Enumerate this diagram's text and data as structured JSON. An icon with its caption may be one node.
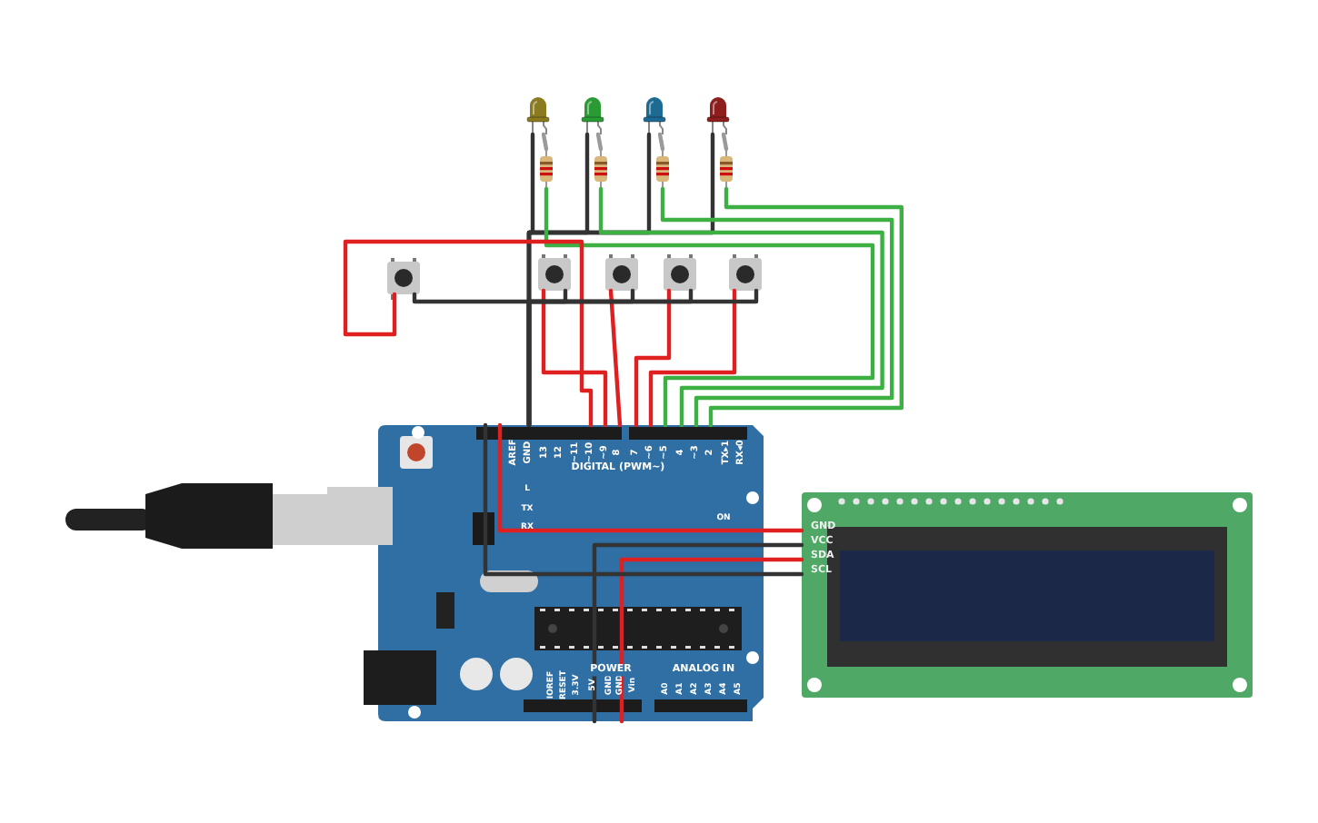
{
  "diagram": {
    "nodes": [
      {
        "text": [],
        "shape": "picture"
      },
      {
        "text": [],
        "shape": "led"
      },
      {
        "text": [],
        "shape": "led"
      },
      {
        "text": [],
        "shape": "led"
      },
      {
        "text": [],
        "shape": "led"
      },
      {
        "text": [],
        "shape": "picture"
      },
      {
        "text": [],
        "shape": "picture"
      },
      {
        "text": [],
        "shape": "picture"
      },
      {
        "text": [],
        "shape": "picture"
      },
      {
        "text": [],
        "shape": "picture"
      },
      {
        "text": [],
        "shape": "picture"
      },
      {
        "text": [],
        "shape": "picture"
      },
      {
        "text": [],
        "shape": "picture"
      },
      {
        "text": [],
        "shape": "picture"
      },
      {
        "text": [
          "GND",
          "VCC",
          "SDA",
          "SCL"
        ]
      }
    ],
    "edges": [
      {
        "from": 1,
        "to": 0,
        "arrow": "none"
      },
      {
        "from": 2,
        "to": 0,
        "arrow": "none"
      },
      {
        "from": 3,
        "to": 0,
        "arrow": "none"
      },
      {
        "from": 4,
        "to": 0,
        "arrow": "none"
      },
      {
        "from": 1,
        "to": 5,
        "arrow": "none",
        "color": "#9a9a9a"
      },
      {
        "from": 2,
        "to": 6,
        "arrow": "none",
        "color": "#9a9a9a"
      },
      {
        "from": 3,
        "to": 7,
        "arrow": "none",
        "color": "#9a9a9a"
      },
      {
        "from": 4,
        "to": 8,
        "arrow": "none",
        "color": "#9a9a9a"
      },
      {
        "from": 5,
        "to": 0,
        "arrow": "none",
        "color": "#3cb043"
      },
      {
        "from": 6,
        "to": 0,
        "arrow": "none",
        "color": "#3cb043"
      },
      {
        "from": 7,
        "to": 0,
        "arrow": "none",
        "color": "#3cb043"
      },
      {
        "from": 8,
        "to": 0,
        "arrow": "none",
        "color": "#3cb043"
      },
      {
        "from": 9,
        "to": 0,
        "arrow": "none",
        "color": "#e02020"
      },
      {
        "from": 10,
        "to": 0,
        "arrow": "none",
        "color": "#e02020"
      },
      {
        "from": 11,
        "to": 0,
        "arrow": "none",
        "color": "#e02020"
      },
      {
        "from": 12,
        "to": 0,
        "arrow": "none",
        "color": "#e02020"
      },
      {
        "from": 13,
        "to": 0,
        "arrow": "none",
        "color": "#e02020"
      },
      {
        "from": 9,
        "to": 0,
        "arrow": "none"
      },
      {
        "from": 10,
        "to": 0,
        "arrow": "none"
      },
      {
        "from": 11,
        "to": 0,
        "arrow": "none"
      },
      {
        "from": 12,
        "to": 0,
        "arrow": "none"
      },
      {
        "from": 13,
        "to": 0,
        "arrow": "none"
      },
      {
        "from": 0,
        "to": 14,
        "arrow": "none",
        "color": "#e02020"
      },
      {
        "from": 0,
        "to": 14,
        "arrow": "none"
      },
      {
        "from": 0,
        "to": 14,
        "arrow": "none",
        "color": "#e02020"
      },
      {
        "from": 0,
        "to": 14,
        "arrow": "none"
      }
    ],
    "labels": [
      "AREF",
      "GND",
      "13",
      "12",
      "~11",
      "~10",
      "~9",
      "8",
      "7",
      "~6",
      "~5",
      "4",
      "~3",
      "2",
      "TX▸1",
      "RX◂0",
      "DIGITAL (PWM~)",
      "L",
      "TX",
      "RX",
      "ON",
      "IOREF",
      "RESET",
      "3.3V",
      "5V",
      "GND",
      "GND",
      "Vin",
      "POWER",
      "ANALOG IN",
      "A0",
      "A1",
      "A2",
      "A3",
      "A4",
      "A5"
    ]
  }
}
